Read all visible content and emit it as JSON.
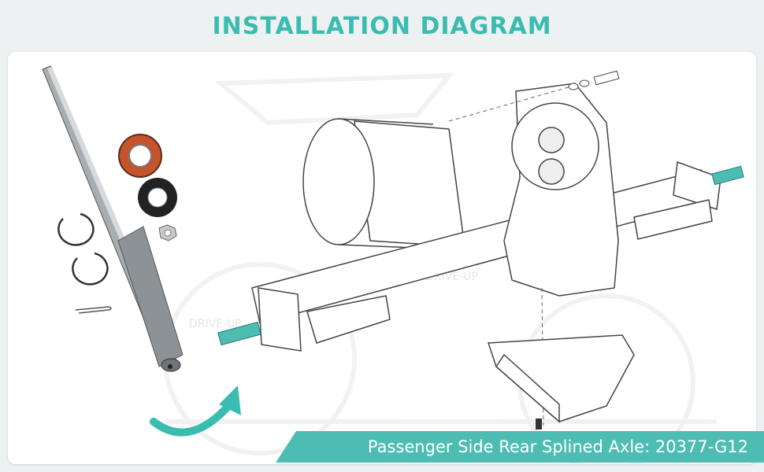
{
  "header": {
    "title": "INSTALLATION DIAGRAM"
  },
  "caption": {
    "text": "Passenger Side Rear Splined Axle: 20377-G12"
  },
  "watermark": {
    "text": "DRIVE-UP"
  },
  "colors": {
    "accent": "#3bbcb0",
    "banner": "#4dbdb3",
    "bearing": "#c4542c"
  },
  "parts": [
    "axle-shaft",
    "bearing",
    "oil-seal",
    "castle-nut",
    "retaining-ring",
    "retaining-ring",
    "cotter-pin",
    "motor",
    "rear-axle-housing",
    "differential",
    "skid-plate",
    "bolt",
    "washers"
  ]
}
